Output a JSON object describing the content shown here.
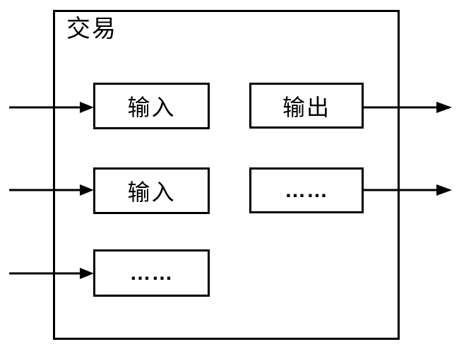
{
  "diagram": {
    "title": "交易",
    "input_boxes": [
      {
        "label": "输入"
      },
      {
        "label": "输入"
      },
      {
        "label": "……"
      }
    ],
    "output_boxes": [
      {
        "label": "输出"
      },
      {
        "label": "……"
      }
    ],
    "arrows": {
      "input_count": 3,
      "output_count": 2
    },
    "colors": {
      "line": "#000000",
      "background": "#ffffff",
      "text": "#000000"
    }
  }
}
